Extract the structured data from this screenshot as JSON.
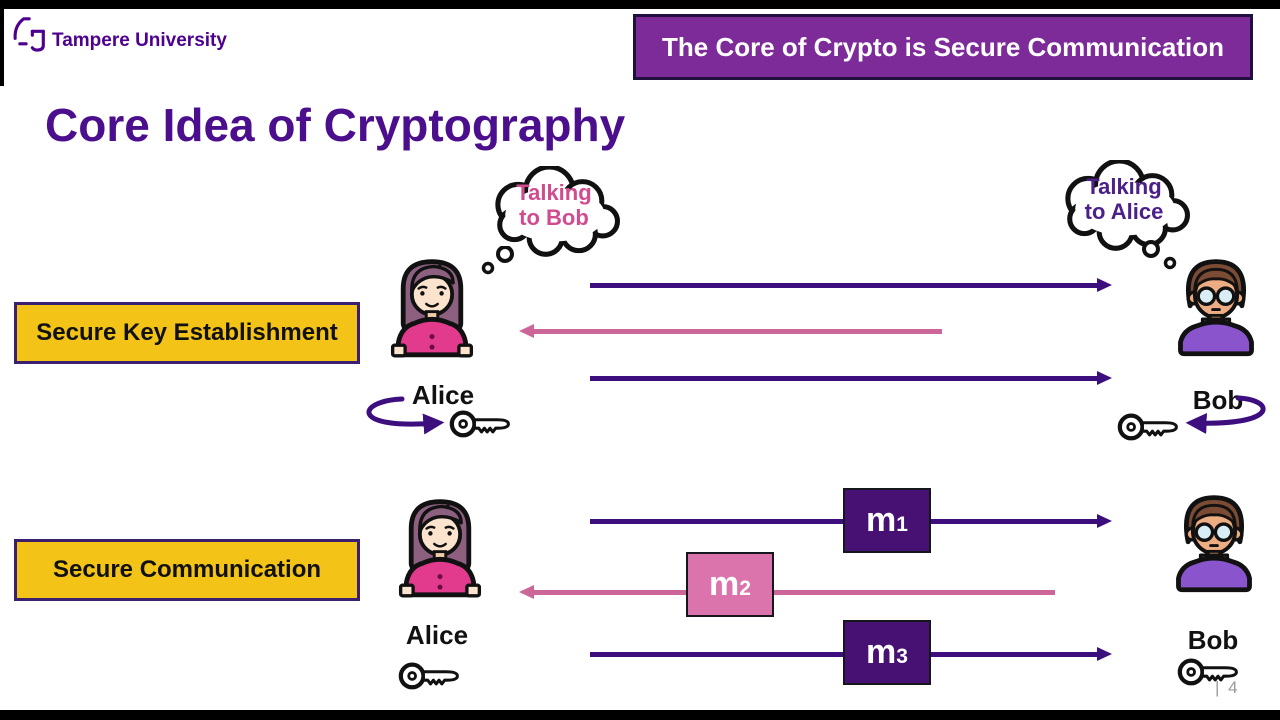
{
  "theme": {
    "brand_purple": "#4E008E",
    "banner_purple": "#7C2B98",
    "banner_border": "#201040",
    "title_purple": "#4B0E8C",
    "purple_arrow": "#3D0E7E",
    "pink_arrow": "#CC6699",
    "msg_purple": "#471173",
    "msg_pink": "#DB74AC",
    "hl_yellow": "#F3C317",
    "hl_yellow_border": "#3B2070",
    "thought_pink": "#D14B8F",
    "thought_purple": "#4B2089",
    "page_gray": "#9a9a9a"
  },
  "logo": {
    "text": "Tampere University"
  },
  "banner": {
    "label": "The Core of Crypto is Secure Communication"
  },
  "title": "Core Idea of Cryptography",
  "rows": [
    {
      "label": "Secure Key Establishment"
    },
    {
      "label": "Secure Communication"
    }
  ],
  "thoughts": {
    "alice": {
      "line1": "Talking",
      "line2": "to Bob"
    },
    "bob": {
      "line1": "Talking",
      "line2": "to Alice"
    }
  },
  "actors": {
    "alice": "Alice",
    "bob": "Bob"
  },
  "messages": [
    {
      "base": "m",
      "sub": "1"
    },
    {
      "base": "m",
      "sub": "2"
    },
    {
      "base": "m",
      "sub": "3"
    }
  ],
  "icons": {
    "logo": "tampere-university-logo-icon",
    "alice": "woman-avatar-icon",
    "bob": "man-avatar-icon",
    "key": "key-icon",
    "thought_bubble": "thought-bubble-icon",
    "curved_arrow": "curved-arrow-icon"
  },
  "footer": {
    "page": "| 4"
  }
}
